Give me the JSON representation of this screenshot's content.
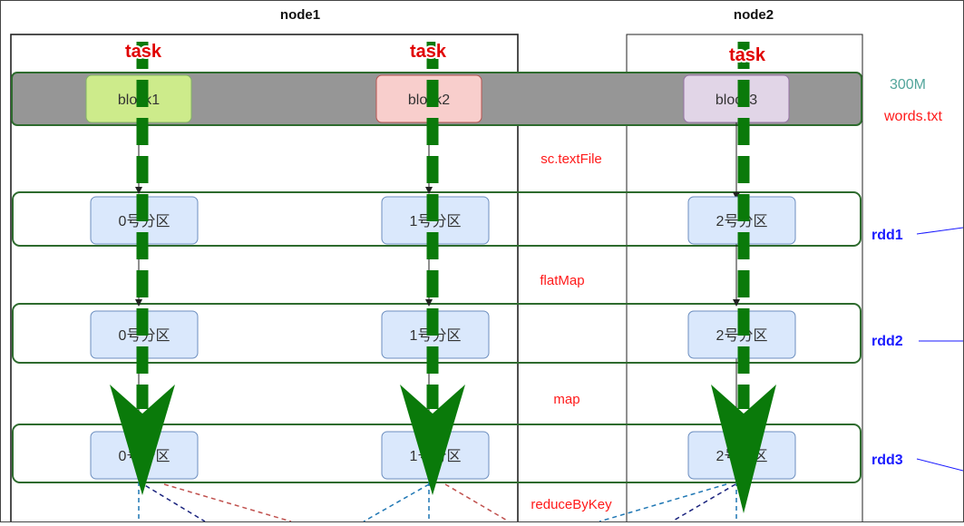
{
  "nodes": {
    "node1": "node1",
    "node2": "node2"
  },
  "blocks": [
    "block1",
    "block2",
    "block3"
  ],
  "file": {
    "size": "300M",
    "name": "words.txt"
  },
  "task_label": "task",
  "ops": {
    "textfile": "sc.textFile",
    "flatmap": "flatMap",
    "map": "map",
    "reducebykey": "reduceByKey"
  },
  "rdds": {
    "rdd1": "rdd1",
    "rdd2": "rdd2",
    "rdd3": "rdd3"
  },
  "partitions": {
    "p0": "0号分区",
    "p1": "1号分区",
    "p2": "2号分区"
  },
  "colors": {
    "green_border": "#2e6b2e",
    "task_arrow": "#0a7a0a",
    "file_band": "#969696",
    "block1": "#cdeb8b",
    "block2": "#f8cecc",
    "block3": "#e1d5e7",
    "partition": "#dae8fc",
    "partition_border": "#6c8ebf",
    "op_text": "#ff1a1a",
    "rdd_text": "#1a1aff",
    "file_size": "#52a59b"
  }
}
